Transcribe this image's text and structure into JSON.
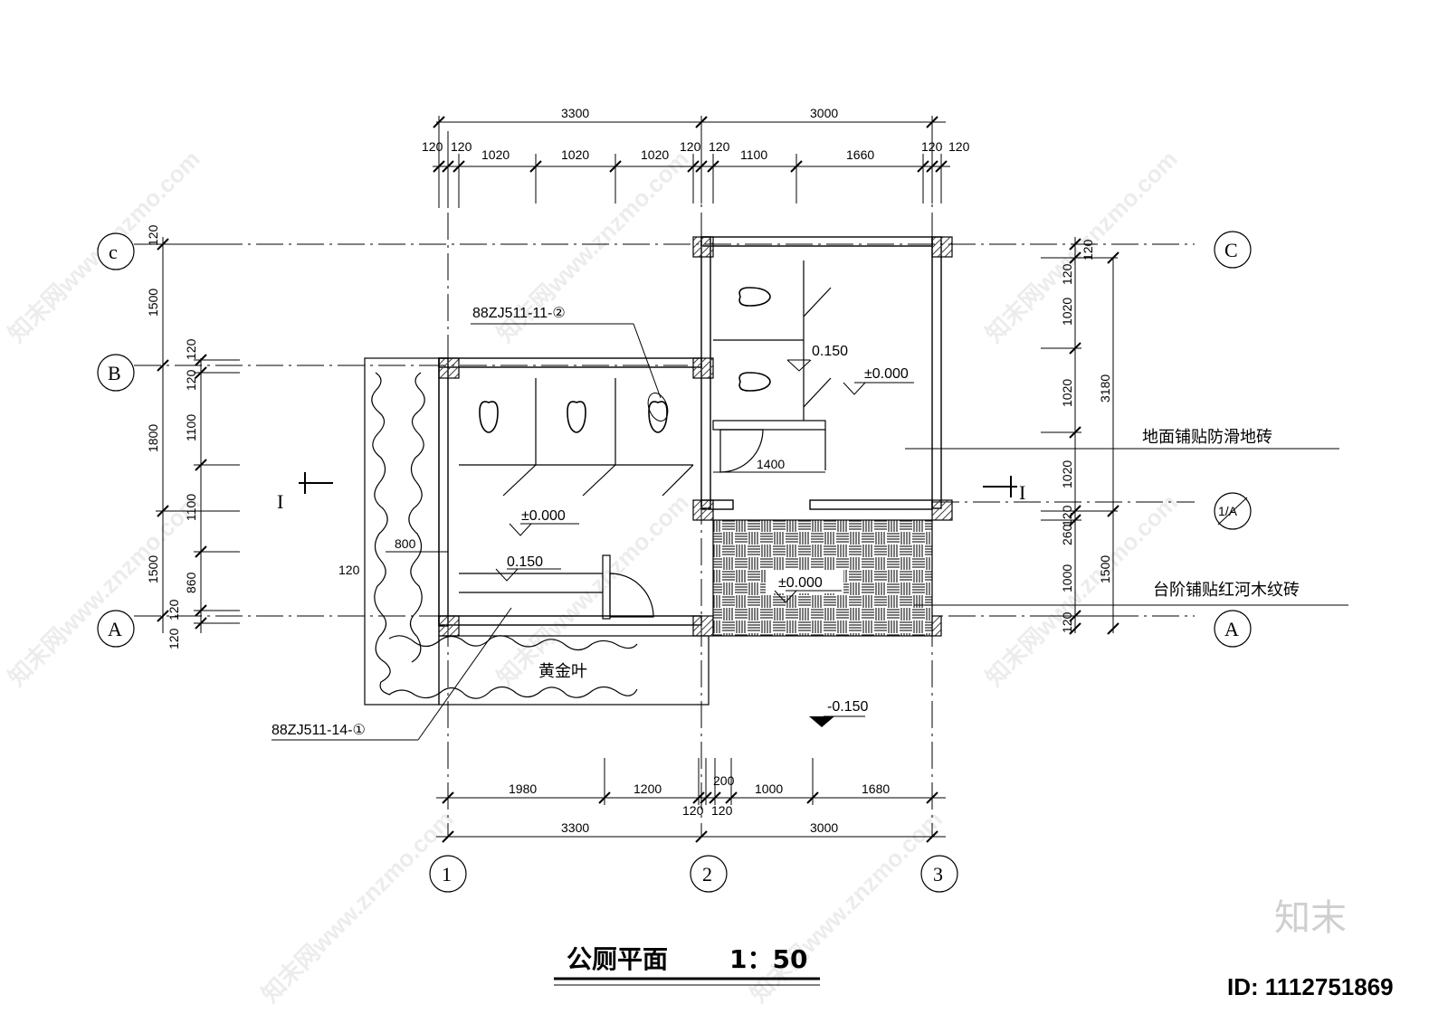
{
  "title": "公厕平面",
  "scale": "1：50",
  "id_label": "ID: 1112751869",
  "logo_text": "知末",
  "watermark": "知末网www.znzmo.com",
  "axes": {
    "bottom": [
      "1",
      "2",
      "3"
    ],
    "left": [
      "c",
      "B",
      "A"
    ],
    "right": [
      "C",
      "A"
    ],
    "sub_axis": "1/A"
  },
  "section_marks": [
    "I",
    "I"
  ],
  "dims_top": {
    "overall": [
      "3300",
      "3000"
    ],
    "detail": [
      "120",
      "120",
      "1020",
      "1020",
      "1020",
      "120",
      "120",
      "1100",
      "1660",
      "120",
      "120"
    ]
  },
  "dims_bottom": {
    "detail": [
      "1980",
      "1200",
      "200",
      "1000",
      "1680"
    ],
    "walls": [
      "120",
      "120"
    ],
    "overall": [
      "3300",
      "3000"
    ]
  },
  "dims_left": {
    "outer": [
      "1500",
      "1800",
      "1500"
    ],
    "inner": [
      "120",
      "120",
      "1100",
      "1100",
      "860",
      "120",
      "120"
    ],
    "extra": [
      "120"
    ]
  },
  "dims_right": {
    "inner": [
      "120",
      "120",
      "1020",
      "1020",
      "1020",
      "120",
      "260",
      "1000",
      "120"
    ],
    "outer": [
      "3180",
      "1500"
    ]
  },
  "interior_dims": [
    "1400",
    "800",
    "120"
  ],
  "elevations": [
    "±0.000",
    "0.150",
    "±0.000",
    "0.150",
    "±0.000",
    "-0.150"
  ],
  "notes": {
    "ref_top": "88ZJ511-11-②",
    "ref_bottom": "88ZJ511-14-①",
    "plant": "黄金叶",
    "floor": "地面铺贴防滑地砖",
    "step": "台阶铺贴红河木纹砖"
  }
}
